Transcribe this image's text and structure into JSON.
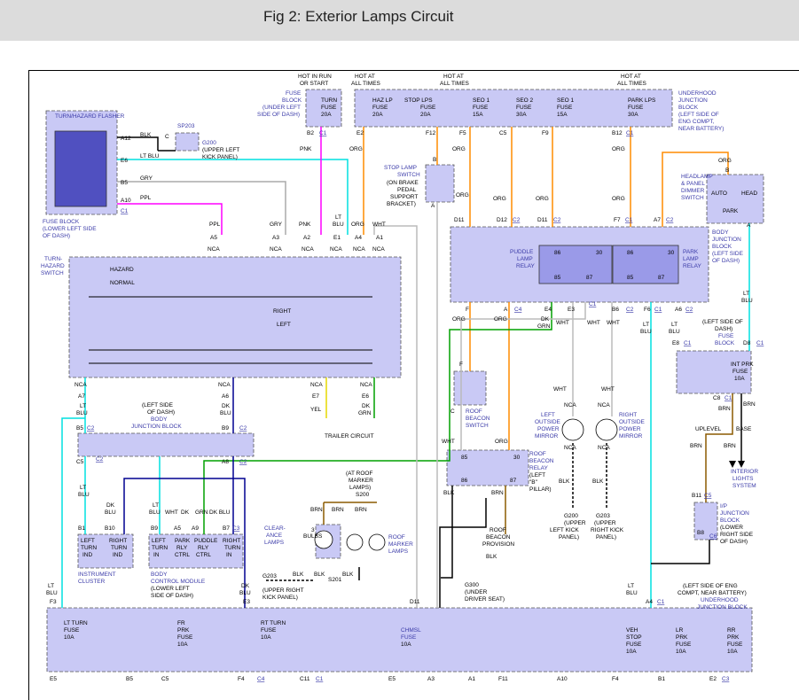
{
  "header": {
    "title": "Fig 2: Exterior Lamps Circuit"
  },
  "colors": {
    "pink": "#ff00ff",
    "orange": "#ff8c00",
    "cyan": "#00e0e0",
    "green": "#00a000",
    "yellow": "#e6d800",
    "darkblue": "#000090",
    "brown": "#8b5a00",
    "grey": "#aaaaaa",
    "block": "#c9c9f5",
    "relay": "#9a9ae8"
  },
  "components": {
    "turn_hazard_flasher": "TURN/HAZARD FLASHER",
    "sp203": "SP203",
    "g200_l1": "G200",
    "g200_l2": "(UPPER LEFT",
    "g200_l3": "KICK PANEL)",
    "fuse_block_l1": "FUSE BLOCK",
    "fuse_block_l2": "(LOWER LEFT SIDE",
    "fuse_block_l3": "OF DASH)",
    "hot_run_l1": "HOT IN RUN",
    "hot_run_l2": "OR START",
    "hot_all1_l1": "HOT AT",
    "hot_all1_l2": "ALL TIMES",
    "hot_all2_l1": "HOT AT",
    "hot_all2_l2": "ALL TIMES",
    "hot_all3_l1": "HOT AT",
    "hot_all3_l2": "ALL TIMES",
    "fuse_block2_l1": "FUSE",
    "fuse_block2_l2": "BLOCK",
    "fuse_block2_l3": "(UNDER LEFT",
    "fuse_block2_l4": "SIDE OF DASH)",
    "turn_fuse_l1": "TURN",
    "turn_fuse_l2": "FUSE",
    "turn_fuse_l3": "20A",
    "haz_fuse_l1": "HAZ LP",
    "haz_fuse_l2": "FUSE",
    "haz_fuse_l3": "20A",
    "stop_fuse_l1": "STOP LPS",
    "stop_fuse_l2": "FUSE",
    "stop_fuse_l3": "20A",
    "seo1a_l1": "SEO 1",
    "seo1a_l2": "FUSE",
    "seo1a_l3": "15A",
    "seo2_l1": "SEO 2",
    "seo2_l2": "FUSE",
    "seo2_l3": "30A",
    "seo1b_l1": "SEO 1",
    "seo1b_l2": "FUSE",
    "seo1b_l3": "15A",
    "parklps_l1": "PARK LPS",
    "parklps_l2": "FUSE",
    "parklps_l3": "30A",
    "underhood_l1": "UNDERHOOD",
    "underhood_l2": "JUNCTION",
    "underhood_l3": "BLOCK",
    "underhood_l4": "(LEFT SIDE OF",
    "underhood_l5": "ENG COMPT,",
    "underhood_l6": "NEAR BATTERY)",
    "stop_switch_l1": "STOP LAMP",
    "stop_switch_l2": "SWITCH",
    "stop_switch_l3": "(ON BRAKE",
    "stop_switch_l4": "PEDAL",
    "stop_switch_l5": "SUPPORT",
    "stop_switch_l6": "BRACKET)",
    "headlamp_l1": "HEADLAMP",
    "headlamp_l2": "& PANEL",
    "headlamp_l3": "DIMMER",
    "headlamp_l4": "SWITCH",
    "auto": "AUTO",
    "head": "HEAD",
    "park": "PARK",
    "body_jb_l1": "BODY",
    "body_jb_l2": "JUNCTION",
    "body_jb_l3": "BLOCK",
    "body_jb_l4": "(LEFT SIDE",
    "body_jb_l5": "OF DASH)",
    "puddle_relay_l1": "PUDDLE",
    "puddle_relay_l2": "LAMP",
    "puddle_relay_l3": "RELAY",
    "park_relay_l1": "PARK",
    "park_relay_l2": "LAMP",
    "park_relay_l3": "RELAY",
    "turn_switch_l1": "TURN-",
    "turn_switch_l2": "HAZARD",
    "turn_switch_l3": "SWITCH",
    "hazard": "HAZARD",
    "normal": "NORMAL",
    "right": "RIGHT",
    "left": "LEFT",
    "trailer": "TRAILER CIRCUIT",
    "body_jb2_l1": "(LEFT SIDE",
    "body_jb2_l2": "OF DASH)",
    "body_jb2_l3": "BODY",
    "body_jb2_l4": "JUNCTION BLOCK",
    "roof_beacon_sw_l1": "ROOF",
    "roof_beacon_sw_l2": "BEACON",
    "roof_beacon_sw_l3": "SWITCH",
    "roof_beacon_relay_l1": "ROOF",
    "roof_beacon_relay_l2": "BEACON",
    "roof_beacon_relay_l3": "RELAY",
    "roof_beacon_relay_l4": "(LEFT",
    "roof_beacon_relay_l5": "\"B\"",
    "roof_beacon_relay_l6": "PILLAR)",
    "roof_beacon_prov_l1": "ROOF",
    "roof_beacon_prov_l2": "BEACON",
    "roof_beacon_prov_l3": "PROVISION",
    "left_mirror_l1": "LEFT",
    "left_mirror_l2": "OUTSIDE",
    "left_mirror_l3": "POWER",
    "left_mirror_l4": "MIRROR",
    "right_mirror_l1": "RIGHT",
    "right_mirror_l2": "OUTSIDE",
    "right_mirror_l3": "POWER",
    "right_mirror_l4": "MIRROR",
    "int_fuse_l1": "(LEFT SIDE OF",
    "int_fuse_l2": "DASH)",
    "int_fuse_l3": "FUSE",
    "int_fuse_l4": "BLOCK",
    "int_prk_l1": "INT PRK",
    "int_prk_l2": "FUSE",
    "int_prk_l3": "10A",
    "interior_l1": "INTERIOR",
    "interior_l2": "LIGHTS",
    "interior_l3": "SYSTEM",
    "uplevel": "UPLEVEL",
    "base": "BASE",
    "ip_jb_l1": "I/P",
    "ip_jb_l2": "JUNCTION",
    "ip_jb_l3": "BLOCK",
    "ip_jb_l4": "(LOWER",
    "ip_jb_l5": "RIGHT SIDE",
    "ip_jb_l6": "OF DASH)",
    "roof_marker_l1": "(AT ROOF",
    "roof_marker_l2": "MARKER",
    "roof_marker_l3": "LAMPS)",
    "roof_marker_l4": "S200",
    "clearance_l1": "CLEAR-",
    "clearance_l2": "ANCE",
    "clearance_l3": "LAMPS",
    "bulbs_l1": "3",
    "bulbs_l2": "BULBS",
    "roof_marker2_l1": "ROOF",
    "roof_marker2_l2": "MARKER",
    "roof_marker2_l3": "LAMPS",
    "g203_l1": "G203",
    "g203_l2": "(UPPER RIGHT",
    "g203_l3": "KICK PANEL)",
    "s201": "S201",
    "g300_l1": "G300",
    "g300_l2": "(UNDER",
    "g300_l3": "DRIVER SEAT)",
    "g200b_l1": "G200",
    "g200b_l2": "(UPPER",
    "g200b_l3": "LEFT KICK",
    "g200b_l4": "PANEL)",
    "g203b_l1": "G203",
    "g203b_l2": "(UPPER",
    "g203b_l3": "RIGHT KICK",
    "g203b_l4": "PANEL)",
    "inst_cluster_l1": "INSTRUMENT",
    "inst_cluster_l2": "CLUSTER",
    "bcm_l1": "BODY",
    "bcm_l2": "CONTROL MODULE",
    "bcm_l3": "(LOWER LEFT",
    "bcm_l4": "SIDE OF DASH)",
    "lt_ind_l1": "LEFT",
    "lt_ind_l2": "TURN",
    "lt_ind_l3": "IND",
    "rt_ind_l1": "RIGHT",
    "rt_ind_l2": "TURN",
    "rt_ind_l3": "IND",
    "bcm_lt_l1": "LEFT",
    "bcm_lt_l2": "TURN",
    "bcm_lt_l3": "IN",
    "bcm_park_l1": "PARK",
    "bcm_park_l2": "RLY",
    "bcm_park_l3": "CTRL",
    "bcm_puddle_l1": "PUDDLE",
    "bcm_puddle_l2": "RLY",
    "bcm_puddle_l3": "CTRL",
    "bcm_rt_l1": "RIGHT",
    "bcm_rt_l2": "TURN",
    "bcm_rt_l3": "IN",
    "bottom_block_l1": "(LEFT SIDE OF ENG",
    "bottom_block_l2": "COMPT, NEAR BATTERY)",
    "bottom_block_l3": "UNDERHOOD",
    "bottom_block_l4": "JUNCTION BLOCK",
    "lt_turn_l1": "LT TURN",
    "lt_turn_l2": "FUSE",
    "lt_turn_l3": "10A",
    "fr_prk_l1": "FR",
    "fr_prk_l2": "PRK",
    "fr_prk_l3": "FUSE",
    "fr_prk_l4": "10A",
    "rt_turn_l1": "RT TURN",
    "rt_turn_l2": "FUSE",
    "rt_turn_l3": "10A",
    "chmsl_l1": "CHMSL",
    "chmsl_l2": "FUSE",
    "chmsl_l3": "10A",
    "veh_stop_l1": "VEH",
    "veh_stop_l2": "STOP",
    "veh_stop_l3": "FUSE",
    "veh_stop_l4": "10A",
    "lr_prk_l1": "LR",
    "lr_prk_l2": "PRK",
    "lr_prk_l3": "FUSE",
    "lr_prk_l4": "10A",
    "rr_prk_l1": "RR",
    "rr_prk_l2": "PRK",
    "rr_prk_l3": "FUSE",
    "rr_prk_l4": "10A"
  },
  "wires": {
    "blk": "BLK",
    "lt_blu": "LT BLU",
    "gry": "GRY",
    "ppl": "PPL",
    "pnk": "PNK",
    "org": "ORG",
    "wht": "WHT",
    "yel": "YEL",
    "dk_grn": "DK GRN",
    "dk_blu": "DK BLU",
    "brn": "BRN",
    "nca": "NCA",
    "dk": "DK",
    "grn": "GRN",
    "blu": "BLU",
    "lt": "LT"
  },
  "pins": {
    "a12": "A12",
    "e6": "E6",
    "b5": "B5",
    "a10": "A10",
    "c1": "C1",
    "c": "C",
    "b2": "B2",
    "e2": "E2",
    "f12": "F12",
    "f5": "F5",
    "c5": "C5",
    "f9": "F9",
    "b12": "B12",
    "b": "B",
    "a": "A",
    "d11": "D11",
    "d12": "D12",
    "c2": "C2",
    "f7": "F7",
    "a7": "A7",
    "a5": "A5",
    "a3": "A3",
    "a2": "A2",
    "e1": "E1",
    "a4": "A4",
    "a1": "A1",
    "f": "F",
    "c4": "C4",
    "e4": "E4",
    "e3": "E3",
    "b6": "B6",
    "f6": "F6",
    "a6": "A6",
    "e8": "E8",
    "d8": "D8",
    "e7": "E7",
    "b9": "B9",
    "a8": "A8",
    "c3": "C3",
    "b7": "B7",
    "b1": "B1",
    "b10": "B10",
    "b8": "B8",
    "a9": "A9",
    "f3": "F3",
    "e5": "E5",
    "f4": "F4",
    "c11": "C11",
    "f11": "F11",
    "e2b": "E2",
    "c6": "C6",
    "b11": "B11",
    "n85": "85",
    "n86": "86",
    "n30": "30",
    "n87": "87",
    "c8": "C8",
    "n3": "3",
    "e6b": "E6",
    "a9b": "A9"
  }
}
